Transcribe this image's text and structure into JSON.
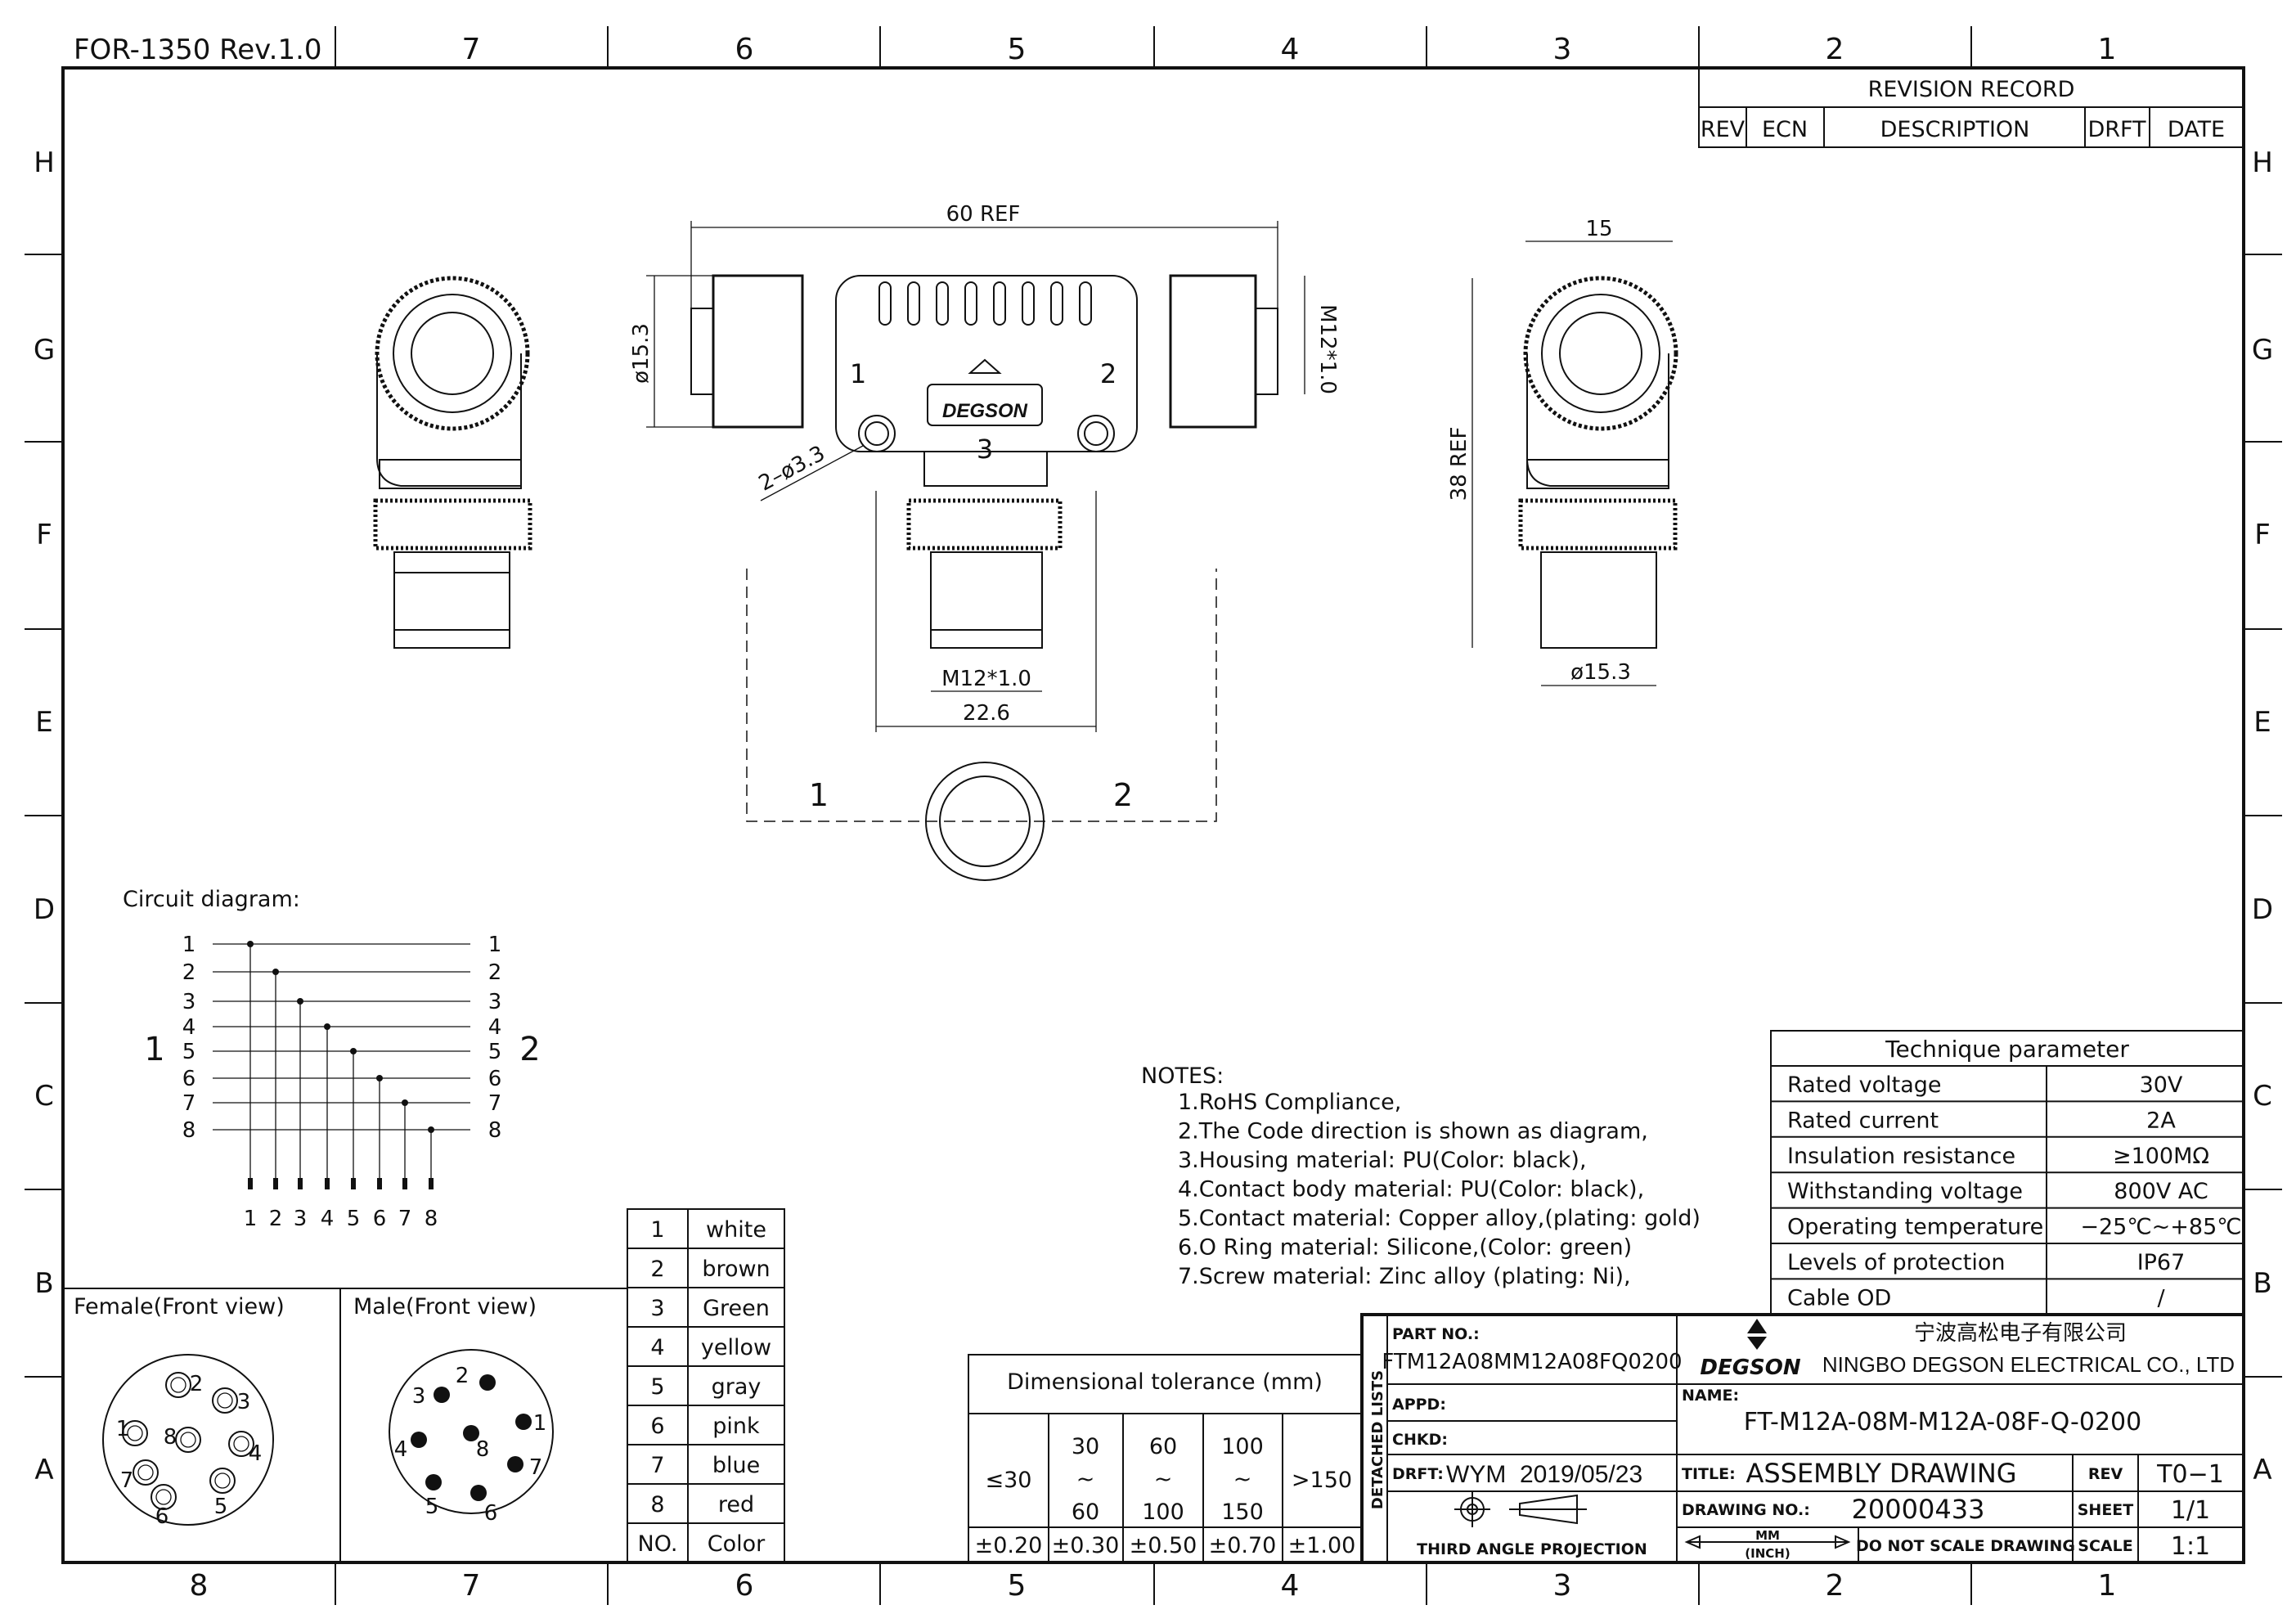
{
  "form_id": "FOR-1350 Rev.1.0",
  "col_labels": [
    "7",
    "6",
    "5",
    "4",
    "3",
    "2",
    "1"
  ],
  "bottom_col_labels": [
    "8",
    "7",
    "6",
    "5",
    "4",
    "3",
    "2",
    "1"
  ],
  "row_labels": [
    "H",
    "G",
    "F",
    "E",
    "D",
    "C",
    "B",
    "A"
  ],
  "revision": {
    "title": "REVISION RECORD",
    "headers": [
      "REV",
      "ECN",
      "DESCRIPTION",
      "DRFT",
      "DATE"
    ]
  },
  "dims": {
    "overall": "60 REF",
    "left_dia": "ø15.3",
    "right_thread": "M12*1.0",
    "holes": "2–ø3.3",
    "bottom_thread": "M12*1.0",
    "bottom_width": "22.6",
    "side_width": "15",
    "side_height": "38 REF",
    "side_dia": "ø15.3",
    "port1": "1",
    "port2": "2",
    "port3": "3",
    "brand_on_body": "DEGSON",
    "front_port1": "1",
    "front_port2": "2"
  },
  "circuit": {
    "title": "Circuit diagram:",
    "pins": [
      "1",
      "2",
      "3",
      "4",
      "5",
      "6",
      "7",
      "8"
    ],
    "side_left": "1",
    "side_right": "2"
  },
  "notes": {
    "title": "NOTES:",
    "items": [
      "1.RoHS Compliance,",
      "2.The Code direction is shown as diagram,",
      "3.Housing material: PU(Color: black),",
      "4.Contact body material: PU(Color: black),",
      "5.Contact material: Copper alloy,(plating: gold)",
      "6.O Ring material: Silicone,(Color: green)",
      "7.Screw material: Zinc alloy (plating: Ni),"
    ]
  },
  "technique": {
    "title": "Technique parameter",
    "rows": [
      {
        "k": "Rated voltage",
        "v": "30V"
      },
      {
        "k": "Rated current",
        "v": "2A"
      },
      {
        "k": "Insulation resistance",
        "v": "≥100MΩ"
      },
      {
        "k": "Withstanding voltage",
        "v": "800V AC"
      },
      {
        "k": "Operating temperature",
        "v": "−25℃~+85℃"
      },
      {
        "k": "Levels of protection",
        "v": "IP67"
      },
      {
        "k": "Cable OD",
        "v": "/"
      }
    ]
  },
  "colors": {
    "rows": [
      {
        "n": "1",
        "c": "white"
      },
      {
        "n": "2",
        "c": "brown"
      },
      {
        "n": "3",
        "c": "Green"
      },
      {
        "n": "4",
        "c": "yellow"
      },
      {
        "n": "5",
        "c": "gray"
      },
      {
        "n": "6",
        "c": "pink"
      },
      {
        "n": "7",
        "c": "blue"
      },
      {
        "n": "8",
        "c": "red"
      }
    ],
    "header_no": "NO.",
    "header_color": "Color"
  },
  "views": {
    "female": "Female(Front view)",
    "male": "Male(Front view)",
    "female_pins": [
      "1",
      "2",
      "3",
      "4",
      "5",
      "6",
      "7",
      "8"
    ],
    "male_pins": [
      "1",
      "2",
      "3",
      "4",
      "5",
      "6",
      "7",
      "8"
    ]
  },
  "tolerance": {
    "title": "Dimensional tolerance (mm)",
    "ranges": [
      [
        "≤30"
      ],
      [
        "30",
        "~",
        "60"
      ],
      [
        "60",
        "~",
        "100"
      ],
      [
        "100",
        "~",
        "150"
      ],
      [
        ">150"
      ]
    ],
    "values": [
      "±0.20",
      "±0.30",
      "±0.50",
      "±0.70",
      "±1.00"
    ]
  },
  "title_block": {
    "detached": "DETACHED LISTS",
    "part_label": "PART NO.:",
    "part_no": "FTM12A08MM12A08FQ0200",
    "logo": "DEGSON",
    "company_cn": "宁波高松电子有限公司",
    "company_en": "NINGBO DEGSON ELECTRICAL CO., LTD",
    "appd": "APPD:",
    "chkd": "CHKD:",
    "name_label": "NAME:",
    "name": "FT-M12A-08M-M12A-08F-Q-0200",
    "drft_label": "DRFT:",
    "drft": "WYM  2019/05/23",
    "title_label": "TITLE:",
    "title": "ASSEMBLY DRAWING",
    "rev_label": "REV",
    "rev": "T0−1",
    "dwg_label": "DRAWING NO.:",
    "dwg_no": "20000433",
    "sheet_label": "SHEET",
    "sheet": "1/1",
    "projection": "THIRD ANGLE PROJECTION",
    "unit_mm": "MM",
    "unit_inch": "(INCH)",
    "no_scale": "DO NOT SCALE DRAWING",
    "scale_label": "SCALE",
    "scale": "1:1"
  }
}
